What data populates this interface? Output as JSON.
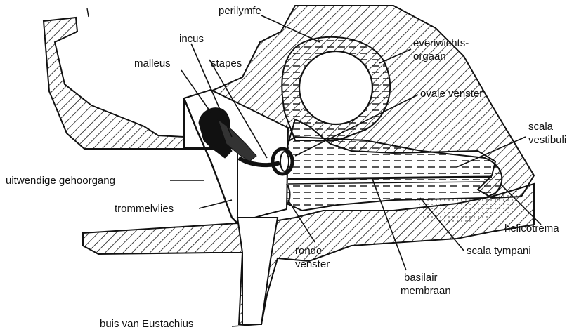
{
  "labels": {
    "perilymfe": "perilymfe",
    "evenwichtsorgaan_1": "evenwichts-",
    "evenwichtsorgaan_2": "orgaan",
    "incus": "incus",
    "malleus": "malleus",
    "stapes": "stapes",
    "ovale_venster": "ovale venster",
    "scala_vestibuli_1": "scala",
    "scala_vestibuli_2": "vestibuli",
    "uitwendige_gehoorgang": "uitwendige gehoorgang",
    "trommelvlies": "trommelvlies",
    "helicotrema": "helicotrema",
    "ronde_venster_1": "ronde",
    "ronde_venster_2": "venster",
    "scala_tympani": "scala tympani",
    "basilair_1": "basilair",
    "basilair_2": "membraan",
    "buis_van_eustachius": "buis van Eustachius"
  },
  "colors": {
    "ink": "#111111",
    "paper": "#ffffff"
  }
}
